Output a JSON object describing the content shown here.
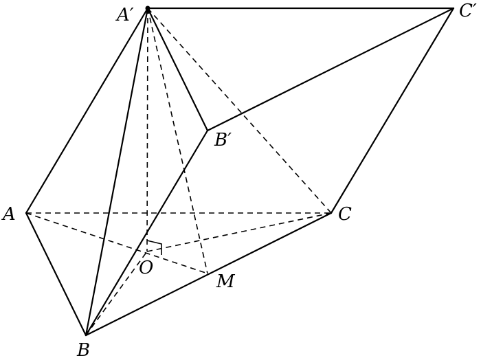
{
  "labels": {
    "A_prime": "A′",
    "C_prime": "C′",
    "B_prime": "B′",
    "A": "A",
    "C": "C",
    "O": "O",
    "M": "M",
    "B": "B"
  }
}
